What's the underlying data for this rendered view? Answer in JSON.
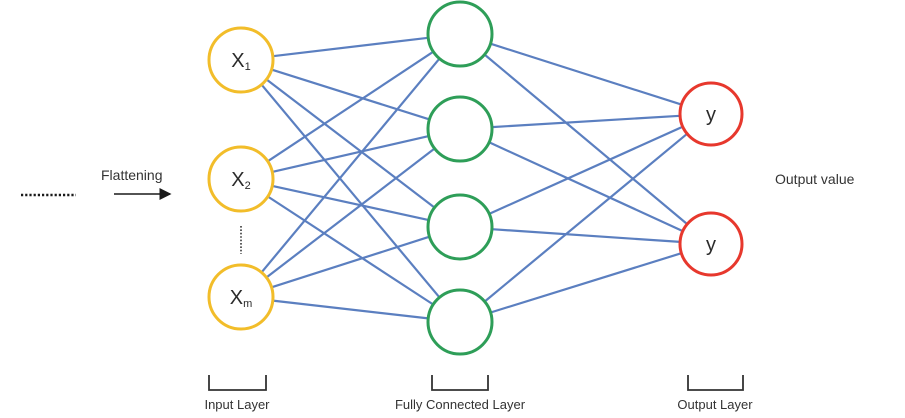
{
  "colors": {
    "edge": "#5b7fc0",
    "input_node": "#f2bd2a",
    "hidden_node": "#2e9e58",
    "output_node": "#e7382d",
    "text": "#2b2b2b",
    "background": "#ffffff"
  },
  "left": {
    "flattening_label": "Flattening",
    "arrow_icon": "right-arrow-icon"
  },
  "input_layer": {
    "caption": "Input Layer",
    "nodes": [
      {
        "main": "X",
        "sub": "1"
      },
      {
        "main": "X",
        "sub": "2"
      },
      {
        "main": "X",
        "sub": "m"
      }
    ]
  },
  "hidden_layer": {
    "caption": "Fully Connected Layer",
    "node_count": 4
  },
  "output_layer": {
    "caption": "Output Layer",
    "nodes": [
      {
        "main": "y"
      },
      {
        "main": "y"
      }
    ]
  },
  "output_value_label": "Output value"
}
